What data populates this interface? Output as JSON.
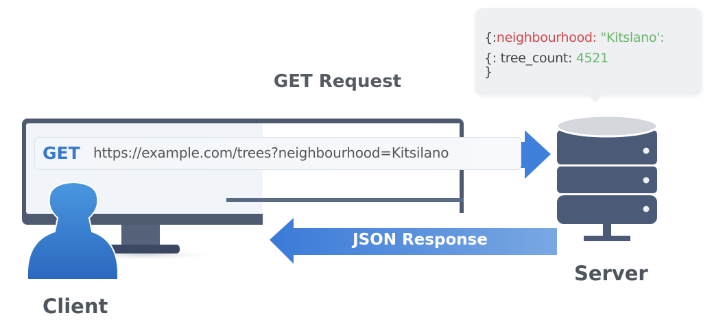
{
  "title": "GET Request",
  "request": {
    "method": "GET",
    "url": "https://example.com/trees?neighbourhood=Kitsilano"
  },
  "response_label": "JSON Response",
  "client_label": "Client",
  "server_label": "Server",
  "json_bubble": {
    "line1_prefix": "{:",
    "line1_key": "neighbourhood:",
    "line1_value": "\"Kitslano':",
    "line2_prefix": "{: tree_count:",
    "line2_value": "4521",
    "line3": "}"
  },
  "colors": {
    "accent_blue": "#3a78c8",
    "frame_dark": "#4d5a70",
    "key_red": "#d0474a",
    "value_green": "#6cb36c"
  }
}
